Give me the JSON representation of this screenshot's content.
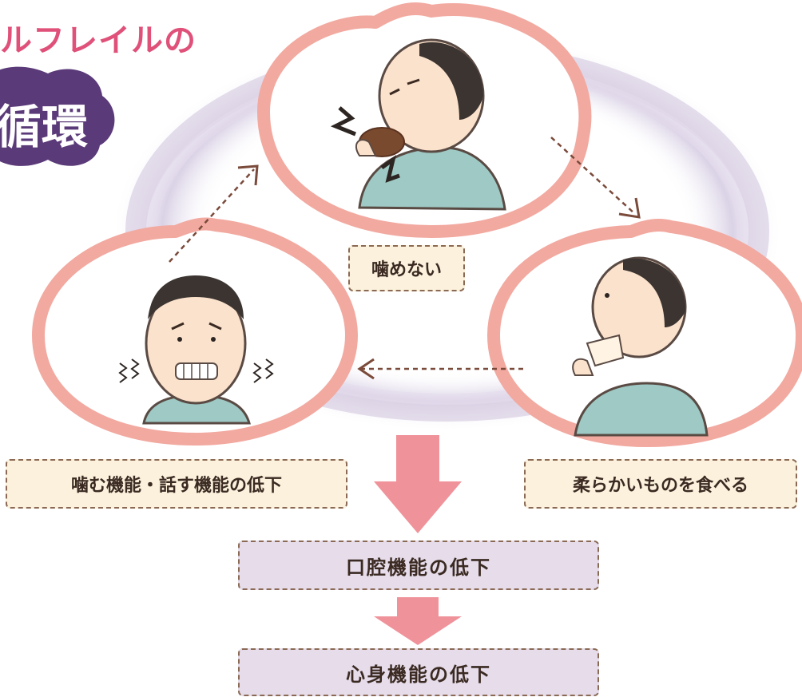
{
  "title": {
    "line1": "ルフレイルの",
    "line2": "循環"
  },
  "cycle": {
    "top_label": "噛めない",
    "right_label": "柔らかいものを食べる",
    "left_label": "噛む機能・話す機能の低下"
  },
  "outcomes": {
    "first": "口腔機能の低下",
    "second": "心身機能の低下"
  },
  "colors": {
    "title_pink": "#e0517a",
    "title_blob": "#5a3a78",
    "circle_frame": "#f2a9a0",
    "ring": "#cfc4dc",
    "label_fill": "#fbf1dc",
    "box_fill": "#e6dcea",
    "down_arrow": "#f0929a",
    "dashed_arrow": "#7a4a3a",
    "shirt": "#9ec9c4",
    "skin": "#fbe2cc"
  }
}
